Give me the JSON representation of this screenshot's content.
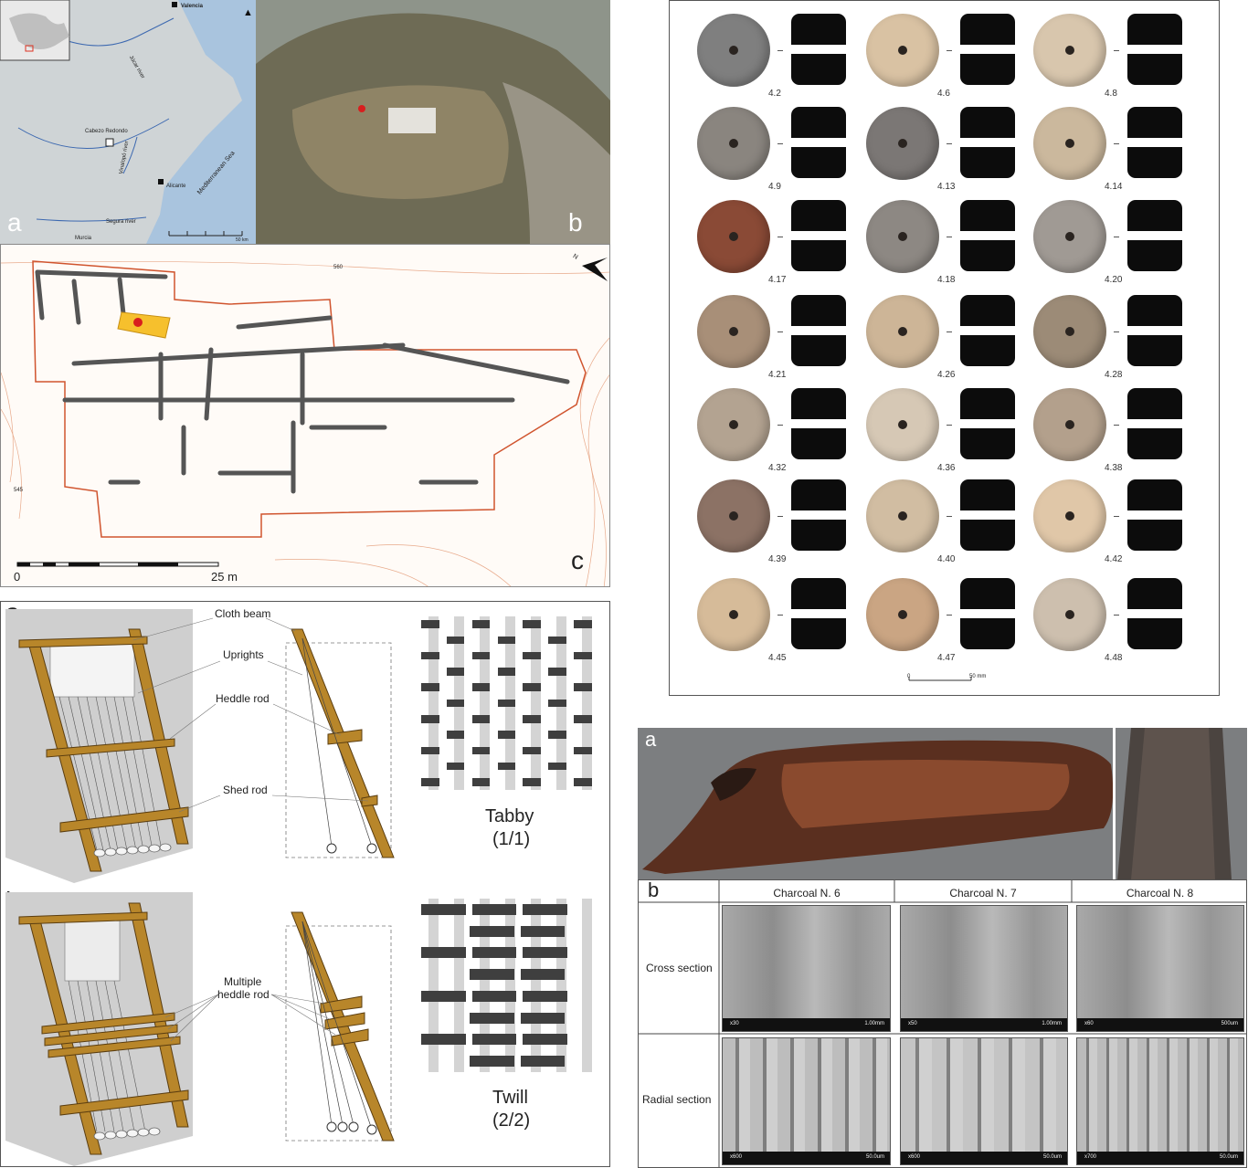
{
  "map_a": {
    "panel_label": "a",
    "places": [
      "Valencia",
      "Cabezo Redondo",
      "Alicante",
      "Murcia",
      "Segura river",
      "Vinalopó river",
      "Júcar river",
      "Mediterranean Sea"
    ],
    "scale_text": "50 km"
  },
  "photo_b": {
    "panel_label": "b"
  },
  "plan_c": {
    "panel_label": "c",
    "contour_labels": [
      "560",
      "545"
    ],
    "scale_start": "0",
    "scale_end": "25 m",
    "north_label": "N"
  },
  "loom": {
    "row_a_label": "a",
    "row_b_label": "b",
    "labels_a": [
      "Cloth beam",
      "Uprights",
      "Heddle rod",
      "Shed rod"
    ],
    "labels_b": [
      "Multiple",
      "heddle rod"
    ],
    "tabby_title": "Tabby",
    "tabby_sub": "(1/1)",
    "twill_title": "Twill",
    "twill_sub": "(2/2)"
  },
  "weights": {
    "items": [
      "4.2",
      "4.6",
      "4.8",
      "4.9",
      "4.13",
      "4.14",
      "4.17",
      "4.18",
      "4.20",
      "4.21",
      "4.26",
      "4.28",
      "4.32",
      "4.36",
      "4.38",
      "4.39",
      "4.40",
      "4.42",
      "4.45",
      "4.47",
      "4.48"
    ],
    "scale_start": "0",
    "scale_end": "50 mm"
  },
  "charcoal": {
    "panel_a_label": "a",
    "panel_b_label": "b",
    "columns": [
      "Charcoal N. 6",
      "Charcoal N. 7",
      "Charcoal N. 8"
    ],
    "rows": [
      "Cross section",
      "Radial section"
    ],
    "cross_mags": [
      "x30",
      "x50",
      "x60"
    ],
    "cross_scales": [
      "1.00mm",
      "1.00mm",
      "500um"
    ],
    "radial_mags": [
      "x600",
      "x600",
      "x700"
    ],
    "radial_scales": [
      "50.0um",
      "50.0um",
      "50.0um"
    ]
  }
}
